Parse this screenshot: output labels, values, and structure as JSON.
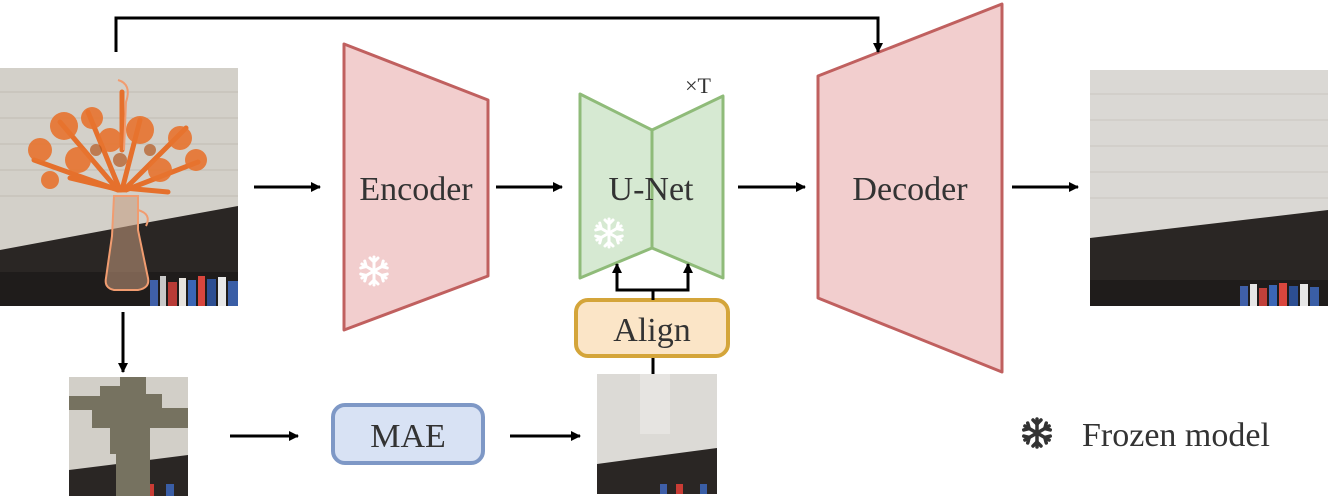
{
  "labels": {
    "encoder": "Encoder",
    "unet": "U-Net",
    "repeat": "×T",
    "decoder": "Decoder",
    "align": "Align",
    "mae": "MAE",
    "legend": "Frozen model"
  },
  "icons": {
    "frozen": "snowflake-icon"
  },
  "colors": {
    "encoder_fill": "#f2cece",
    "encoder_stroke": "#c0605f",
    "unet_fill": "#d6e9d2",
    "unet_stroke": "#8fbb79",
    "align_fill": "#fbe5c7",
    "align_stroke": "#d4a53a",
    "mae_fill": "#d8e2f4",
    "mae_stroke": "#7e98c6",
    "arrow": "#000000"
  }
}
